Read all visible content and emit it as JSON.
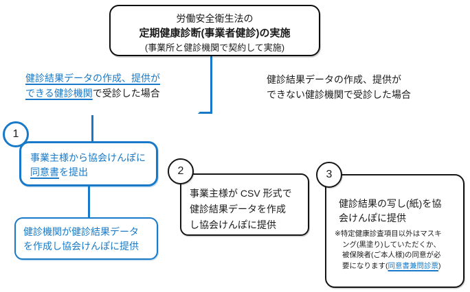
{
  "colors": {
    "accent_blue": "#1779c7",
    "text_black": "#1a1a1a",
    "background": "#ffffff"
  },
  "top_box": {
    "line1": "労働安全衛生法の",
    "line2": "定期健康診断(事業者健診)の実施",
    "line3": "(事業所と健診機関で契約して実施)"
  },
  "case_left": {
    "link_line1": "健診結果データの作成、提供が",
    "link_line2": "できる健診機関",
    "rest_line2": "で受診した場合"
  },
  "case_right": {
    "line1": "健診結果データの作成、提供が",
    "line2": "できない健診機関で受診した場合"
  },
  "step1": {
    "number": "1",
    "line1": "事業主様から協会けんぽに",
    "line2_link": "同意書",
    "line2_rest": "を提出"
  },
  "step1_result": {
    "line1": "健診機関が健診結果データ",
    "line2": "を作成し協会けんぽに提供"
  },
  "step2": {
    "number": "2",
    "line1": "事業主様が CSV 形式で",
    "line2": "健診結果データを作成",
    "line3": "し協会けんぽに提供"
  },
  "step3": {
    "number": "3",
    "line1": "健診結果の写し(紙)を協",
    "line2": "会けんぽに提供",
    "note_line1": "※特定健康診査項目以外はマスキ",
    "note_line2": "ング(黒塗り)していただくか、",
    "note_line3": "被保険者(ご本人様)の同意が必",
    "note_line4_pre": "要になります(",
    "note_link": "同意書兼問診票",
    "note_line4_post": ")"
  }
}
